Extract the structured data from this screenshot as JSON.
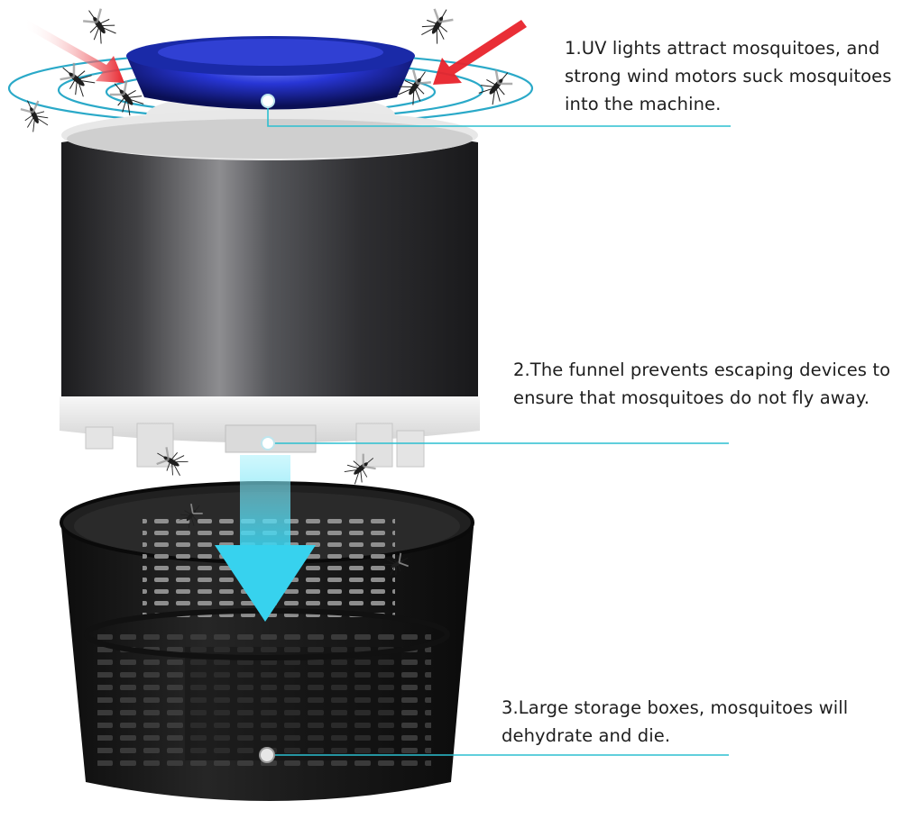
{
  "callouts": [
    {
      "id": "uv-lights",
      "text": "1.UV lights attract mosquitoes, and strong wind motors suck mosquitoes into the machine."
    },
    {
      "id": "funnel",
      "text": "2.The funnel prevents escaping devices to ensure that mosquitoes do not fly away."
    },
    {
      "id": "storage-box",
      "text": "3.Large storage boxes, mosquitoes will dehydrate and die."
    }
  ],
  "colors": {
    "leader_line": "#2bbfd0",
    "air_flow_rings": "#2aa9c8",
    "uv_light": "#2a3ad8",
    "attract_arrows": "#e8232b",
    "down_arrow": "#3fd4ef",
    "housing": "#2e2e30",
    "base_ring": "#eeeeee",
    "basket": "#151515"
  },
  "icons": [
    "mosquito-icon",
    "red-arrow-icon",
    "down-arrow-icon",
    "marker-dot-icon"
  ]
}
